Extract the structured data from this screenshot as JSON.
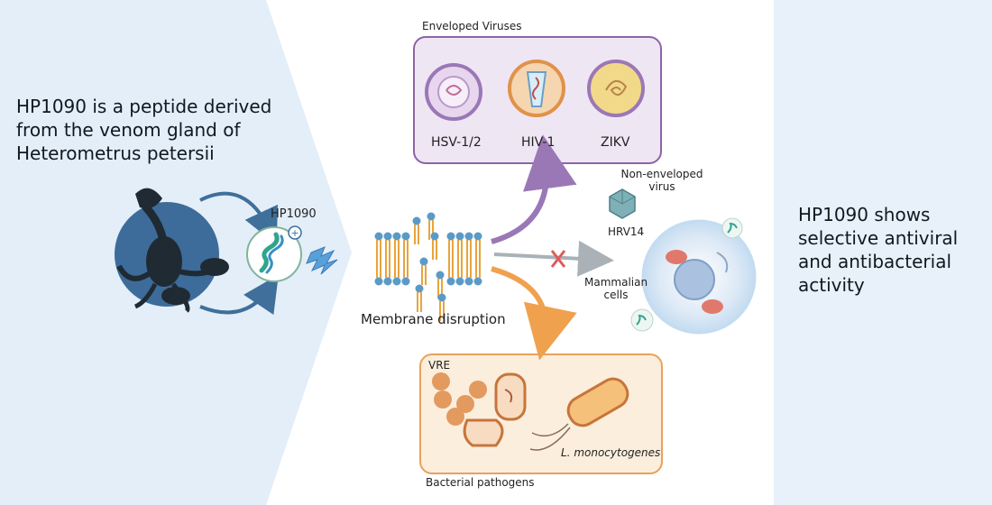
{
  "intro": {
    "left_text": "HP1090 is a peptide derived from the venom gland of Heterometrus petersii",
    "right_text": "HP1090 shows selective antiviral and antibacterial activity"
  },
  "peptide": {
    "label": "HP1090"
  },
  "membrane": {
    "label": "Membrane disruption"
  },
  "viruses": {
    "title": "Enveloped Viruses",
    "items": [
      "HSV-1/2",
      "HIV-1",
      "ZIKV"
    ]
  },
  "non_enveloped": {
    "title": "Non-enveloped virus",
    "item": "HRV14"
  },
  "mammalian": {
    "label": "Mammalian cells"
  },
  "bacteria": {
    "title": "Bacterial pathogens",
    "vre": "VRE",
    "listeria": "L. monocytogenes"
  },
  "colors": {
    "viral_accent": "#8e63a8",
    "bacterial_accent": "#e8a25a",
    "blocked": "#e05a5a",
    "peptide": "#2fa58e"
  }
}
